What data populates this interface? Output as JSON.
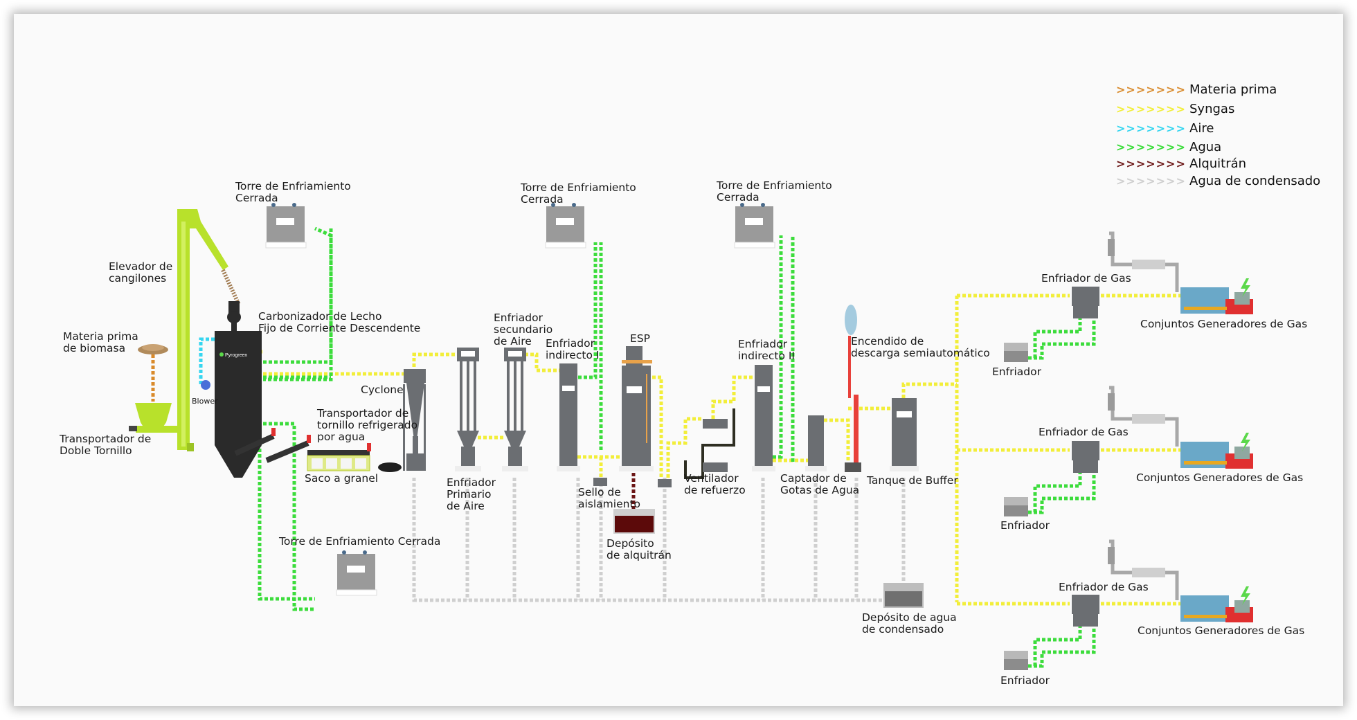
{
  "colors": {
    "materia_prima": "#d98a2b",
    "syngas": "#f2ee3a",
    "aire": "#36d6f0",
    "agua": "#3cdc3c",
    "alquitran": "#6b1616",
    "agua_condensado": "#cfcfcf",
    "equipment": "#6b6e72",
    "lime": "#b8e12b",
    "flare": "#e8403a"
  },
  "legend": [
    {
      "key": "materia_prima",
      "label": "Materia prima",
      "color": "#d98a2b"
    },
    {
      "key": "syngas",
      "label": "Syngas",
      "color": "#f2ee3a"
    },
    {
      "key": "aire",
      "label": "Aire",
      "color": "#36d6f0"
    },
    {
      "key": "agua",
      "label": "Agua",
      "color": "#3cdc3c"
    },
    {
      "key": "alquitran",
      "label": "Alquitrán",
      "color": "#6b1616"
    },
    {
      "key": "agua_condensado",
      "label": "Agua de condensado",
      "color": "#cfcfcf"
    }
  ],
  "labels": {
    "torre1": "Torre de Enfriamiento\nCerrada",
    "torre2": "Torre de Enfriamiento\nCerrada",
    "torre3": "Torre de Enfriamiento\nCerrada",
    "torre4": "Torre de Enfriamiento Cerrada",
    "elevador": "Elevador de\ncangilones",
    "materia_biomasa": "Materia prima\nde biomasa",
    "transportador_doble": "Transportador de\nDoble Tornillo",
    "carbonizador": "Carbonizador de Lecho\nFijo de Corriente Descendente",
    "blower": "Blower",
    "transportador_refrigerado": "Transportador de\ntornillo refrigerado\npor agua",
    "saco": "Saco a granel",
    "cyclone": "Cyclone",
    "enfriador_primario": "Enfriador\nPrimario\nde Aire",
    "enfriador_secundario": "Enfriador\nsecundario\nde Aire",
    "enfriador_indirecto_1": "Enfriador\nindirecto I",
    "esp": "ESP",
    "sello": "Sello de\naislamiento",
    "deposito_alquitran": "Depósito\nde alquitrán",
    "ventilador": "Ventilador\nde refuerzo",
    "enfriador_indirecto_2": "Enfriador\nindirecto II",
    "captador": "Captador de\nGotas de Agua",
    "encendido": "Encendido de\ndescarga semiautomático",
    "tanque_buffer": "Tanque de Buffer",
    "deposito_condensado": "Depósito de agua\nde condensado",
    "enfriador_gas": "Enfriador de Gas",
    "enfriador": "Enfriador",
    "generadores": "Conjuntos Generadores de Gas"
  },
  "equipment_brand": "Pyrogreen",
  "generator_trains": 3
}
